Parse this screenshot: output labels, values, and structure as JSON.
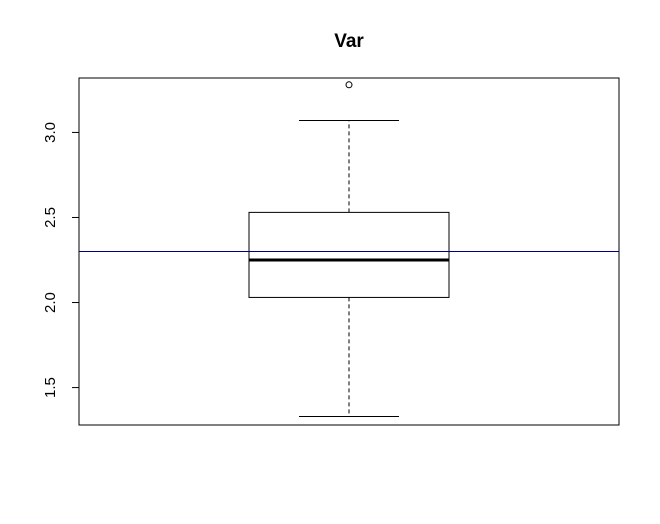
{
  "chart_data": {
    "type": "boxplot",
    "title": "Var",
    "xlabel": "",
    "ylabel": "",
    "ylim": [
      1.28,
      3.32
    ],
    "yticks": [
      1.5,
      2.0,
      2.5,
      3.0
    ],
    "ytick_labels": [
      "1.5",
      "2.0",
      "2.5",
      "3.0"
    ],
    "box": {
      "whisker_low": 1.33,
      "q1": 2.03,
      "median": 2.25,
      "q3": 2.53,
      "whisker_high": 3.07
    },
    "outliers": [
      3.28
    ],
    "reference_line": {
      "value": 2.3,
      "color": "#000080"
    },
    "grid": false,
    "legend": "none"
  }
}
